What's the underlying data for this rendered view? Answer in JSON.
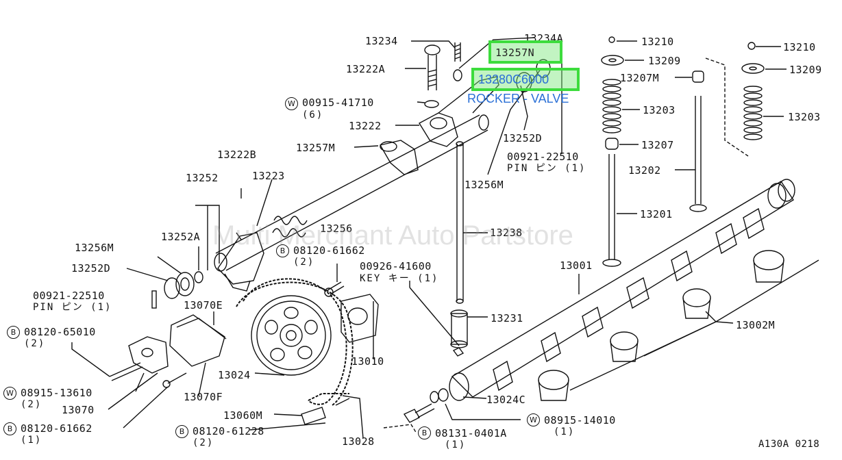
{
  "callouts": {
    "p13234": "13234",
    "p13234A": "13234A",
    "p13257N": "13257N",
    "p13222A": "13222A",
    "p13280": "13280C6000",
    "p13280_desc": "ROCKER - VALVE",
    "p00915_41710": "00915-41710",
    "p00915_41710_qty": "(6)",
    "p13222": "13222",
    "p13257M": "13257M",
    "p13252D_top": "13252D",
    "p00921_top": "00921-22510",
    "p00921_top_desc": "PIN  ピン  (1)",
    "p13256M_top": "13256M",
    "p13210_a": "13210",
    "p13209_a": "13209",
    "p13207M": "13207M",
    "p13203_a": "13203",
    "p13207": "13207",
    "p13202": "13202",
    "p13201": "13201",
    "p13210_b": "13210",
    "p13209_b": "13209",
    "p13203_b": "13203",
    "p13222B": "13222B",
    "p13252": "13252",
    "p13223": "13223",
    "p13256": "13256",
    "p13252A": "13252A",
    "p13238": "13238",
    "p13256M_left": "13256M",
    "p08120_61662_top": "08120-61662",
    "p08120_61662_top_qty": "(2)",
    "p13252D_left": "13252D",
    "p00926_41600": "00926-41600",
    "p00926_41600_desc": "KEY  キー  (1)",
    "p13001": "13001",
    "p00921_left": "00921-22510",
    "p00921_left_desc": "PIN  ピン  (1)",
    "p13070E": "13070E",
    "p13231": "13231",
    "p13002M": "13002M",
    "p08120_65010": "08120-65010",
    "p08120_65010_qty": "(2)",
    "p13010": "13010",
    "p13024": "13024",
    "p08915_13610": "08915-13610",
    "p08915_13610_qty": "(2)",
    "p13070F": "13070F",
    "p13070": "13070",
    "p13024C": "13024C",
    "p13060M": "13060M",
    "p08915_14010": "08915-14010",
    "p08915_14010_qty": "(1)",
    "p08120_61662_bot": "08120-61662",
    "p08120_61662_bot_qty": "(1)",
    "p08120_61228": "08120-61228",
    "p08120_61228_qty": "(2)",
    "p13028": "13028",
    "p08131_0401A": "08131-0401A",
    "p08131_0401A_qty": "(1)",
    "diagram_code": "A130A 0218"
  },
  "markers": {
    "washer_w": "W",
    "bolt_b": "B"
  },
  "watermark": "Multi Merchant Auto Partstore",
  "colors": {
    "highlight_border": "#3ddc3d",
    "highlight_text": "#2a6fd6",
    "line": "#111111"
  }
}
